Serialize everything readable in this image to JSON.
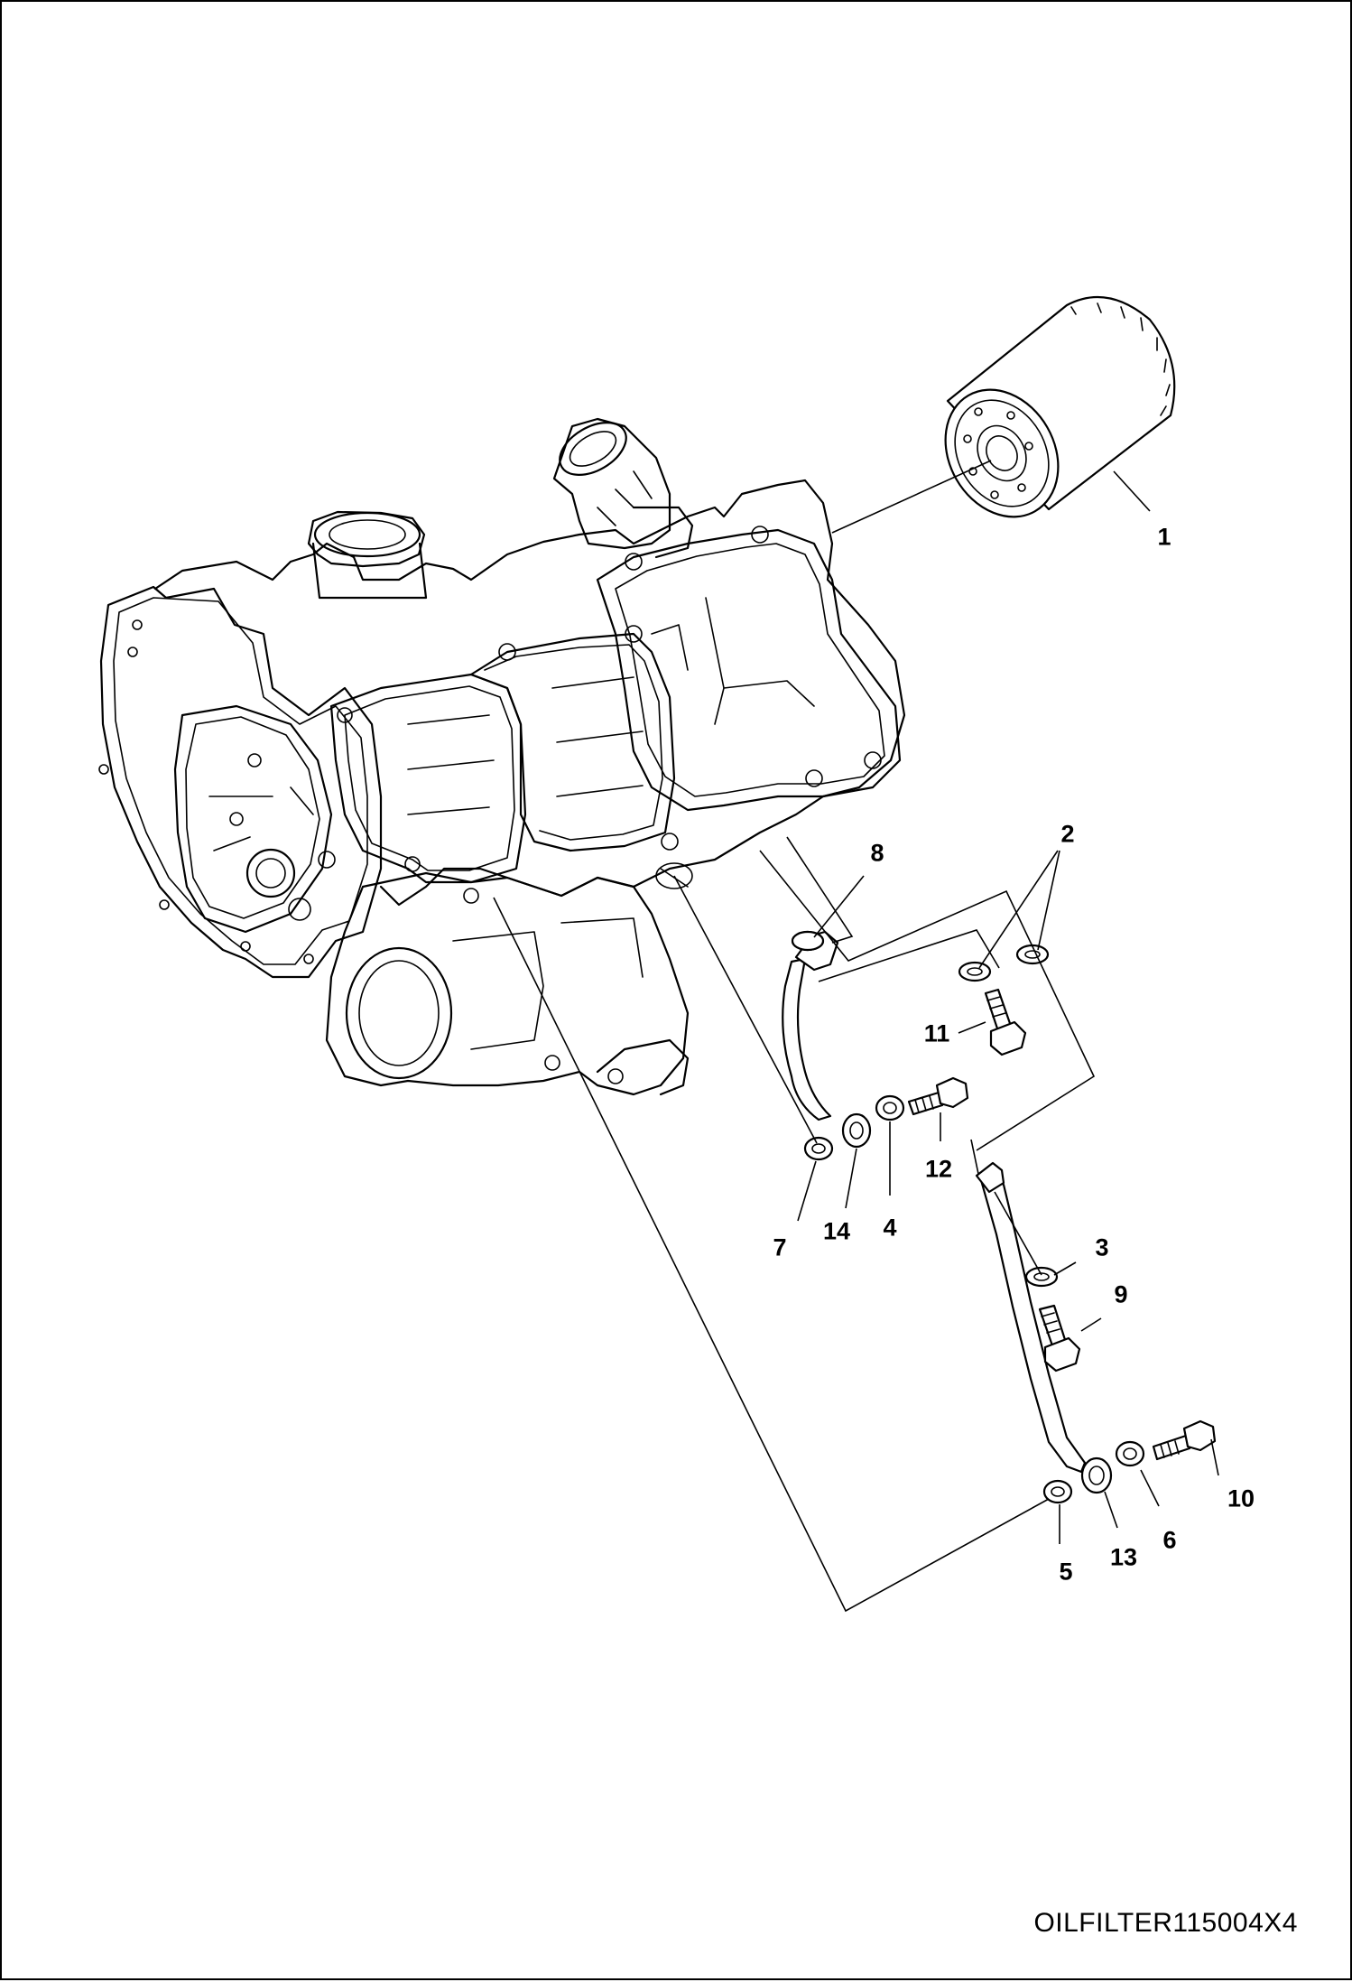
{
  "callouts": {
    "c1": "1",
    "c2": "2",
    "c3": "3",
    "c4": "4",
    "c5": "5",
    "c6": "6",
    "c7": "7",
    "c8": "8",
    "c9": "9",
    "c10": "10",
    "c11": "11",
    "c12": "12",
    "c13": "13",
    "c14": "14"
  },
  "figure_code": "OILFILTER115004X4"
}
